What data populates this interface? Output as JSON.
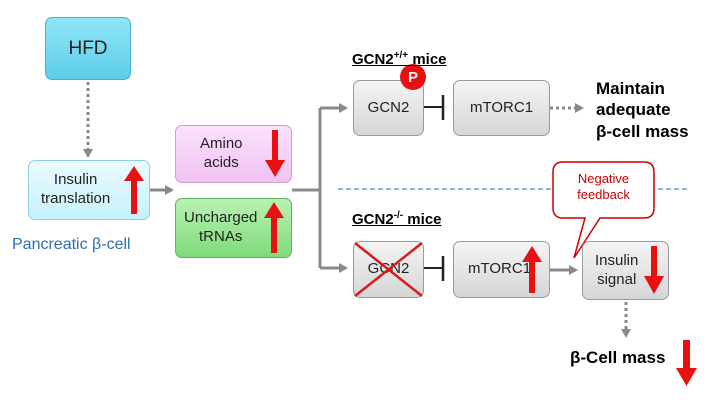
{
  "nodes": {
    "hfd": "HFD",
    "insulin_translation": "Insulin\ntranslation",
    "amino_acids": "Amino\nacids",
    "uncharged_trnas": "Uncharged\ntRNAs",
    "gcn2_top": "GCN2",
    "mtorc1_top": "mTORC1",
    "gcn2_bottom": "GCN2",
    "mtorc1_bottom": "mTORC1",
    "insulin_signal": "Insulin\nsignal"
  },
  "labels": {
    "pancreatic_cell": "Pancreatic β-cell",
    "outcome_top": "Maintain\nadequate\nβ-cell mass",
    "outcome_bottom": "β-Cell mass",
    "callout": "Negative\nfeedback",
    "phospho_badge": "P"
  },
  "headings": {
    "wt_base": "GCN2",
    "wt_sup": "+/+",
    "wt_suffix": " mice",
    "ko_base": "GCN2",
    "ko_sup": "-/-",
    "ko_suffix": " mice"
  },
  "colors": {
    "up_down_arrow": "#e81010",
    "connector": "#8a8a8a",
    "divider": "#5aa0d8",
    "callout": "#cc0000"
  }
}
